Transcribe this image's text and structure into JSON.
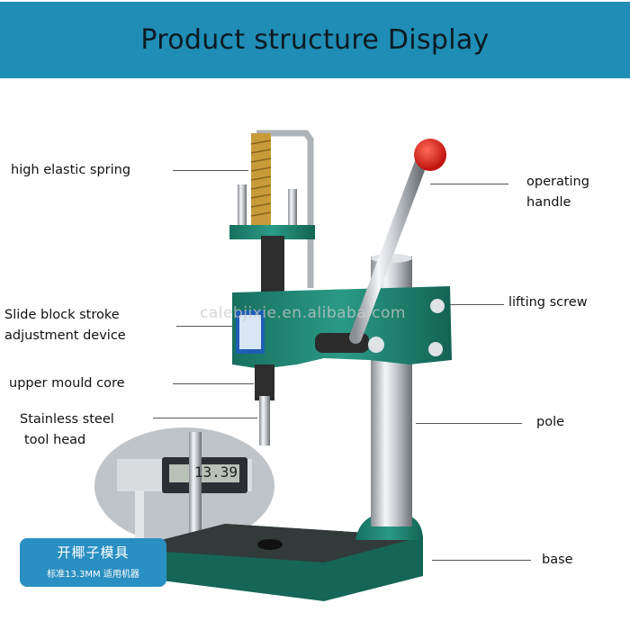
{
  "header": {
    "title": "Product structure Display"
  },
  "labels": {
    "spring": "high elastic spring",
    "handle_1": "operating",
    "handle_2": "handle",
    "lifting_screw": "lifting screw",
    "slide_1": "Slide block stroke",
    "slide_2": "adjustment device",
    "upper_core": "upper mould core",
    "tool_1": "Stainless steel",
    "tool_2": "tool head",
    "pole": "pole",
    "base": "base"
  },
  "caliper": {
    "reading": "13.39"
  },
  "promo": {
    "title": "开椰子模具",
    "subtitle": "标准13.3MM 适用机器"
  },
  "watermark": "calebjixie.en.alibaba.com",
  "colors": {
    "header": "#1f8db5",
    "machine_green": "#1f8a78",
    "knob_red": "#e0261c",
    "promo": "#2a8fc2"
  }
}
